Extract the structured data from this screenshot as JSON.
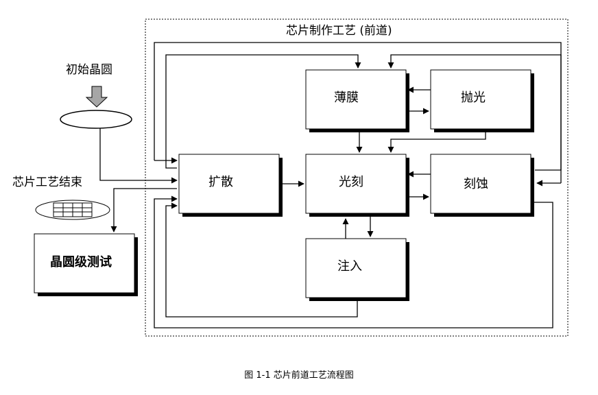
{
  "diagram": {
    "frame_title": "芯片制作工艺 (前道)",
    "start_label": "初始晶圆",
    "end_label": "芯片工艺结束",
    "nodes": {
      "thin_film": "薄膜",
      "polishing": "抛光",
      "diffusion": "扩散",
      "lithography": "光刻",
      "etching": "刻蚀",
      "implant": "注入",
      "wafer_test": "晶圆级测试"
    },
    "caption": "图 1-1 芯片前道工艺流程图"
  }
}
